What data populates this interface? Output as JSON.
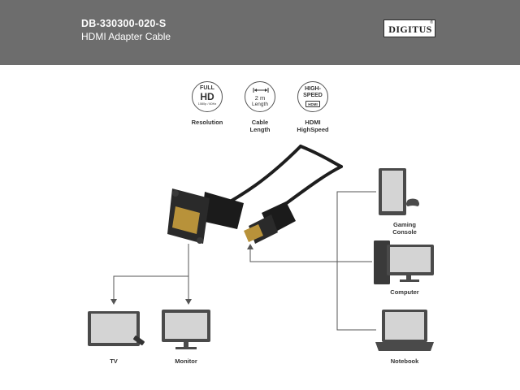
{
  "header": {
    "product_code": "DB-330300-020-S",
    "product_name": "HDMI Adapter Cable",
    "brand": "DIGITUS",
    "brand_mark": "®",
    "background": "#6d6d6d"
  },
  "features": [
    {
      "icon": "full-hd-icon",
      "line1": "FULL",
      "line2": "HD",
      "line3": "1080p / 60Hz",
      "label_1": "Resolution",
      "label_2": ""
    },
    {
      "icon": "cable-length-icon",
      "line1": "2 m",
      "line2": "Length",
      "label_1": "Cable",
      "label_2": "Length"
    },
    {
      "icon": "high-speed-icon",
      "line1": "HIGH-",
      "line2": "SPEED",
      "line3": "HDMI",
      "label_1": "HDMI",
      "label_2": "HighSpeed"
    }
  ],
  "outputs": [
    {
      "icon": "tv-icon",
      "label": "TV"
    },
    {
      "icon": "monitor-icon",
      "label": "Monitor"
    }
  ],
  "sources": [
    {
      "icon": "gaming-console-icon",
      "label_1": "Gaming",
      "label_2": "Console"
    },
    {
      "icon": "computer-icon",
      "label_1": "Computer",
      "label_2": ""
    },
    {
      "icon": "notebook-icon",
      "label_1": "Notebook",
      "label_2": ""
    }
  ],
  "colors": {
    "line": "#555555",
    "screen": "#d4d4d4",
    "device": "#4a4a4a",
    "cable": "#1e1e1e",
    "gold": "#b8923a"
  }
}
